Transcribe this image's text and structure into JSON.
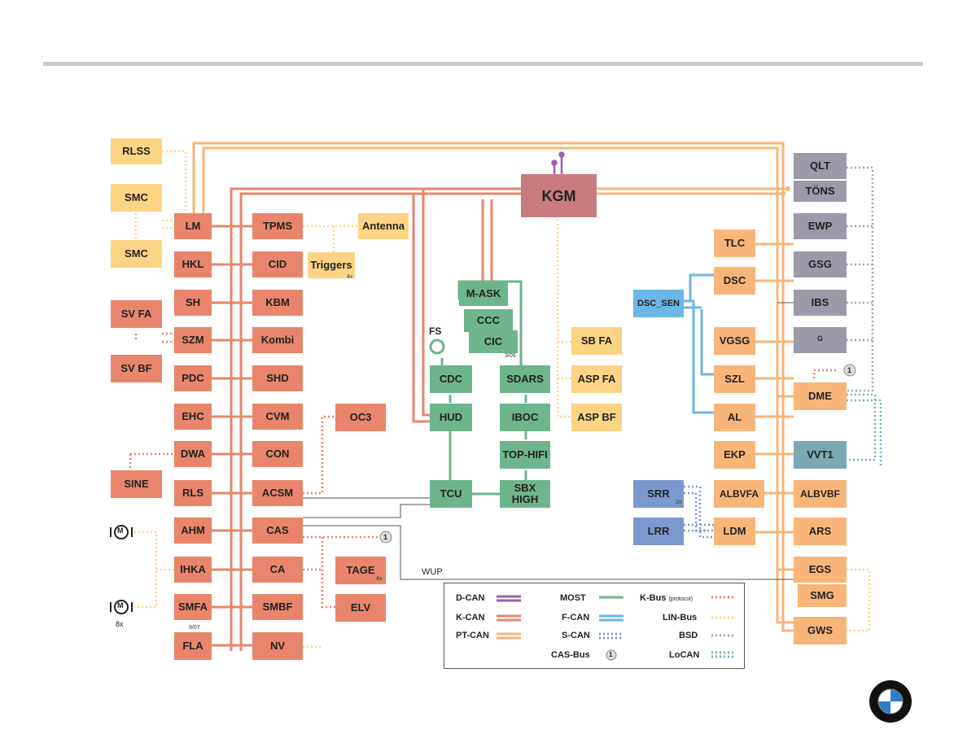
{
  "diagram": {
    "ecus": {
      "rlss": "RLSS",
      "smc1": "SMC",
      "smc2": "SMC",
      "lm": "LM",
      "tpms": "TPMS",
      "antenna": "Antenna",
      "hkl": "HKL",
      "cid": "CID",
      "triggers": "Triggers",
      "triggers_count": "4x",
      "sh": "SH",
      "kbm": "KBM",
      "svfa": "SV FA",
      "szm": "SZM",
      "kombi": "Kombi",
      "svbf": "SV BF",
      "pdc": "PDC",
      "shd": "SHD",
      "ehc": "EHC",
      "cvm": "CVM",
      "oc3": "OC3",
      "dwa": "DWA",
      "con": "CON",
      "sine": "SINE",
      "rls": "RLS",
      "acsm": "ACSM",
      "ahm": "AHM",
      "cas": "CAS",
      "ihka": "IHKA",
      "ca": "CA",
      "tage": "TAGE",
      "tage_count": "4x",
      "smfa": "SMFA",
      "smbf": "SMBF",
      "elv": "ELV",
      "fla": "FLA",
      "nv": "NV",
      "kgm": "KGM",
      "mask": "M-ASK",
      "ccc": "CCC",
      "cic": "CIC",
      "cic_date": "3/09",
      "cdc": "CDC",
      "sdars": "SDARS",
      "hud": "HUD",
      "iboc": "IBOC",
      "tophifi": "TOP-HIFI",
      "tcu": "TCU",
      "sbxhigh": "SBX HIGH",
      "sbfa": "SB FA",
      "aspfa": "ASP FA",
      "aspbf": "ASP BF",
      "qlt": "QLT",
      "tons": "TÖNS",
      "ewp": "EWP",
      "tlc": "TLC",
      "gsg": "GSG",
      "dsc": "DSC",
      "dscsen": "DSC_SEN",
      "ibs": "IBS",
      "vgsg": "VGSG",
      "szl": "SZL",
      "dme": "DME",
      "al": "AL",
      "ekp": "EKP",
      "vvt1": "VVT1",
      "srr": "SRR",
      "srr_count": "2x",
      "albvfa": "ALBVFA",
      "albvbf": "ALBVBF",
      "lrr": "LRR",
      "ldm": "LDM",
      "ars": "ARS",
      "egs": "EGS",
      "smg": "SMG",
      "gws": "GWS"
    },
    "labels": {
      "fs": "FS",
      "wup": "WUP",
      "fla_date": "9/07",
      "motor_letter": "M",
      "motor_count": "8x",
      "generator_letter": "G",
      "cas_bus_num": "1"
    },
    "legend": {
      "dcan": "D-CAN",
      "kcan": "K-CAN",
      "ptcan": "PT-CAN",
      "most": "MOST",
      "fcan": "F-CAN",
      "scan": "S-CAN",
      "casbus": "CAS-Bus",
      "kbus": "K-Bus",
      "kbus_note": "(protocol)",
      "linbus": "LIN-Bus",
      "bsd": "BSD",
      "locan": "LoCAN"
    },
    "colors": {
      "dcan": "#9b5fb0",
      "kcan": "#e8856b",
      "ptcan": "#f7b579",
      "most": "#6eb48c",
      "fcan": "#6bb7e6",
      "scan": "#7b99cf",
      "kbus": "#e8856b",
      "linbus": "#fdd484",
      "bsd": "#a6a6b4",
      "locan": "#6fb6b8"
    }
  }
}
